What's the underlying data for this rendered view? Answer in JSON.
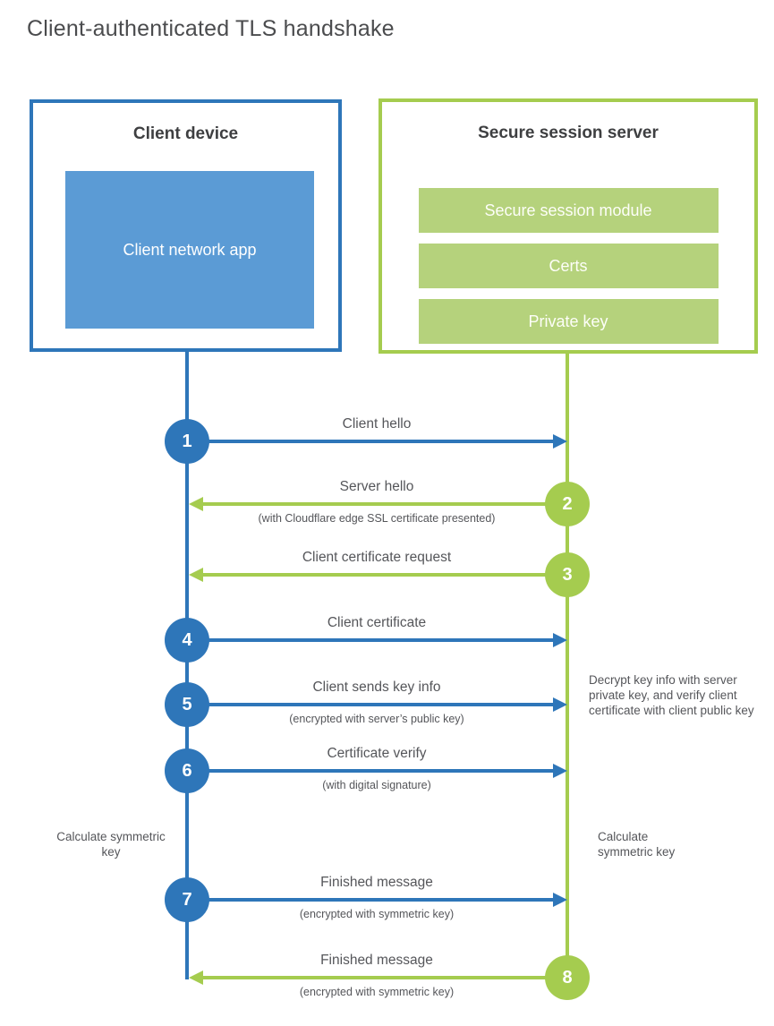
{
  "title": "Client-authenticated TLS handshake",
  "client_box": {
    "title": "Client device",
    "app_label": "Client network app"
  },
  "server_box": {
    "title": "Secure session server",
    "modules": [
      "Secure session module",
      "Certs",
      "Private key"
    ]
  },
  "steps": [
    {
      "num": "1",
      "from": "client",
      "label": "Client hello",
      "sublabel": ""
    },
    {
      "num": "2",
      "from": "server",
      "label": "Server hello",
      "sublabel": "(with Cloudflare edge SSL certificate presented)"
    },
    {
      "num": "3",
      "from": "server",
      "label": "Client certificate request",
      "sublabel": ""
    },
    {
      "num": "4",
      "from": "client",
      "label": "Client certificate",
      "sublabel": ""
    },
    {
      "num": "5",
      "from": "client",
      "label": "Client sends key info",
      "sublabel": "(encrypted with server’s public key)"
    },
    {
      "num": "6",
      "from": "client",
      "label": "Certificate verify",
      "sublabel": "(with digital signature)"
    },
    {
      "num": "7",
      "from": "client",
      "label": "Finished message",
      "sublabel": "(encrypted with symmetric key)"
    },
    {
      "num": "8",
      "from": "server",
      "label": "Finished message",
      "sublabel": "(encrypted with symmetric key)"
    }
  ],
  "annotations": {
    "left_calculate": "Calculate symmetric key",
    "right_decrypt": "Decrypt key info with server private key, and verify client certificate with client public key",
    "right_calculate": "Calculate symmetric key"
  },
  "colors": {
    "blue": "#2e76b9",
    "blue_light": "#5b9bd5",
    "green": "#a5cc4f",
    "green_bar": "#b5d27c"
  }
}
